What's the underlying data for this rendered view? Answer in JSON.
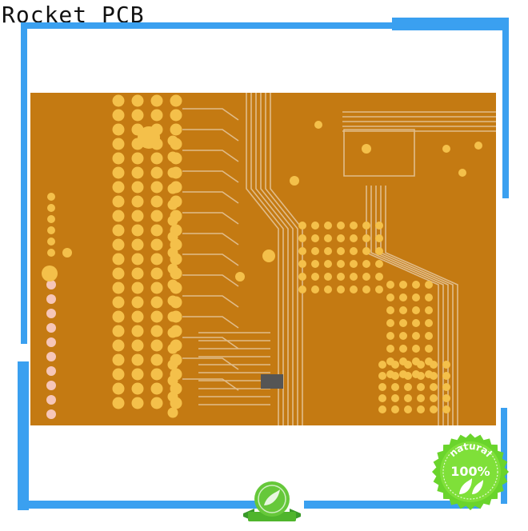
{
  "brand": {
    "text": "Rocket PCB"
  },
  "badge_large": {
    "top_text": "natural",
    "percent": "100%"
  },
  "colors": {
    "frame": "#3aa0f0",
    "board": "#c47a12",
    "pad": "#f4c04a",
    "trace": "#e6c8a0",
    "badge_green": "#6ad42c"
  }
}
